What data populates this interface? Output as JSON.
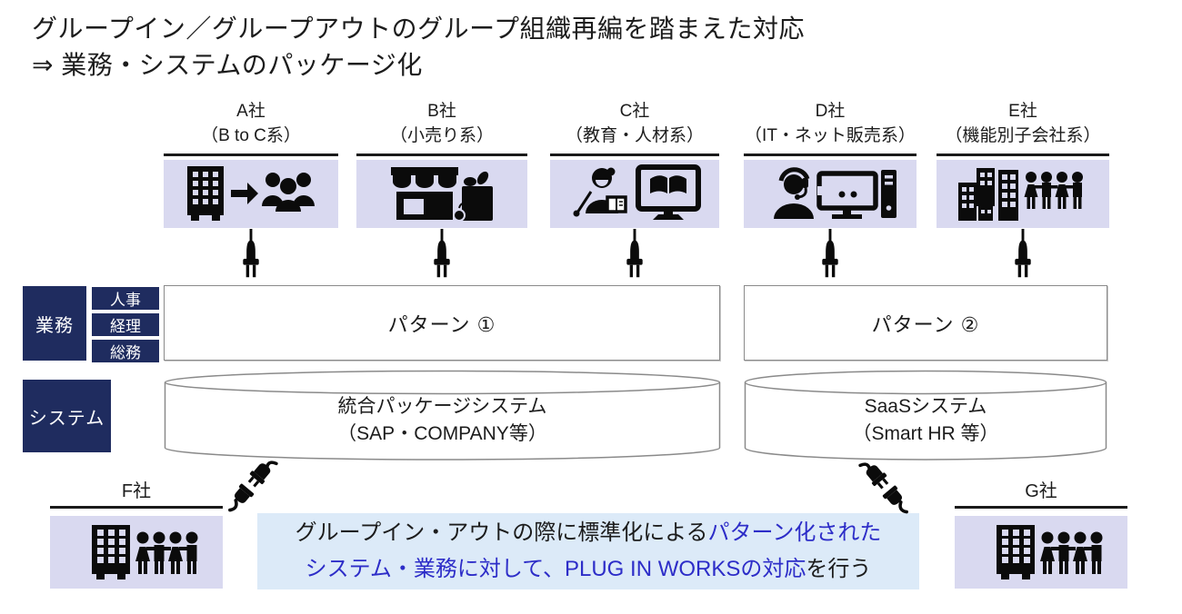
{
  "title": {
    "line1": "グループイン／グループアウトのグループ組織再編を踏まえた対応",
    "line2": "⇒ 業務・システムのパッケージ化"
  },
  "companies": [
    {
      "name": "A社",
      "type": "（B to C系）",
      "icon": "building-to-people-icon"
    },
    {
      "name": "B社",
      "type": "（小売り系）",
      "icon": "storefront-shopping-bag-icon"
    },
    {
      "name": "C社",
      "type": "（教育・人材系）",
      "icon": "teacher-elearning-icon"
    },
    {
      "name": "D社",
      "type": "（IT・ネット販売系）",
      "icon": "support-desktop-icon"
    },
    {
      "name": "E社",
      "type": "（機能別子会社系）",
      "icon": "buildings-people-icon"
    }
  ],
  "business_row": {
    "label": "業務",
    "departments": [
      "人事",
      "経理",
      "総務"
    ],
    "pattern1": "パターン ①",
    "pattern2": "パターン ②"
  },
  "system_row": {
    "label": "システム",
    "cylinder1": {
      "line1": "統合パッケージシステム",
      "line2": "（SAP・COMPANY等）"
    },
    "cylinder2": {
      "line1": "SaaSシステム",
      "line2": "（Smart HR 等）"
    }
  },
  "bottom": {
    "company_f": "F社",
    "company_g": "G社",
    "note": {
      "black1": "グループイン・アウトの際に標準化による",
      "blue1": "パターン化された",
      "blue2": "システム・業務に対して、PLUG IN WORKSの対応",
      "black2": "を行う"
    }
  },
  "icons": {
    "connector": "plug-icon",
    "disconnect": "unplugged-icon"
  },
  "colors": {
    "navy": "#1f2c5f",
    "lavender": "#d9d9f0",
    "note_background": "#dceaf8",
    "note_blue_text": "#2d2dc8",
    "icon_black": "#0b0b0b"
  }
}
